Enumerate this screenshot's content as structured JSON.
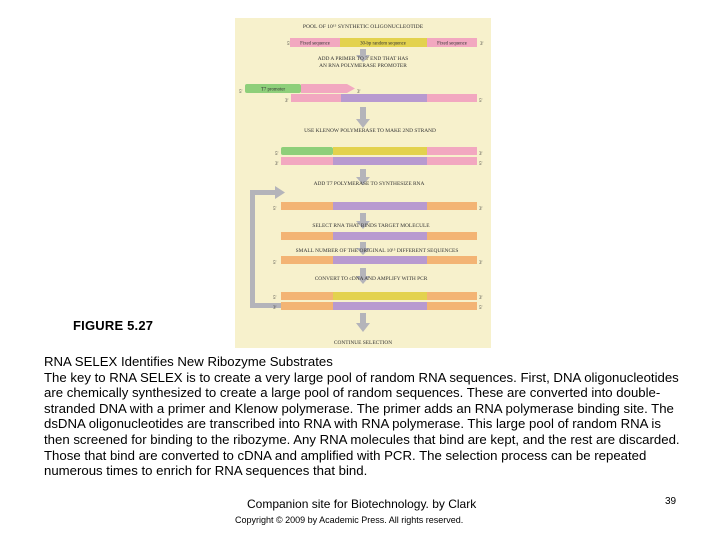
{
  "figure": {
    "header": "POOL OF 10¹⁵ SYNTHETIC OLIGONUCLEOTIDE",
    "pool_segments": [
      "Fixed sequence",
      "30-bp random sequence",
      "Fixed sequence"
    ],
    "promoter_label": "T7 promoter",
    "steps": [
      "ADD A PRIMER TO 3' END THAT HAS",
      "AN RNA POLYMERASE PROMOTER",
      "USE KLENOW POLYMERASE TO MAKE 2ND STRAND",
      "ADD T7 POLYMERASE TO SYNTHESIZE RNA",
      "SELECT RNA THAT BINDS TARGET MOLECULE",
      "SMALL NUMBER OF THE ORIGINAL 10¹⁵ DIFFERENT SEQUENCES",
      "CONVERT TO cDNA AND AMPLIFY WITH PCR",
      "CONTINUE SELECTION"
    ],
    "end3": "3'",
    "end5": "5'",
    "colors": {
      "background": "#f7f1cc",
      "fixed": "#f2a8c0",
      "random": "#e3d24e",
      "rna_fixed": "#f3b474",
      "purple": "#b89ad0",
      "promoter": "#8ecf7a",
      "arrow": "#b4b4ba"
    }
  },
  "figure_label": "FIGURE 5.27",
  "caption": {
    "title": "RNA SELEX Identifies New Ribozyme Substrates",
    "body": "The key to RNA SELEX is to create a very large pool of random RNA sequences. First, DNA oligonucleotides are chemically synthesized to create a large pool of random sequences. These are converted into double-stranded DNA with a primer and Klenow polymerase. The primer adds an RNA polymerase binding site. The dsDNA oligonucleotides are transcribed into RNA with RNA polymerase. This large pool of random RNA is then screened for binding to the ribozyme. Any RNA molecules that bind are kept, and the rest are discarded. Those that bind are converted to cDNA and amplified with PCR. The selection process can be repeated numerous times to enrich for RNA sequences that bind."
  },
  "footer": {
    "site": "Companion site for Biotechnology. by Clark",
    "copyright": "Copyright © 2009 by Academic Press. All rights reserved."
  },
  "page_number": "39"
}
